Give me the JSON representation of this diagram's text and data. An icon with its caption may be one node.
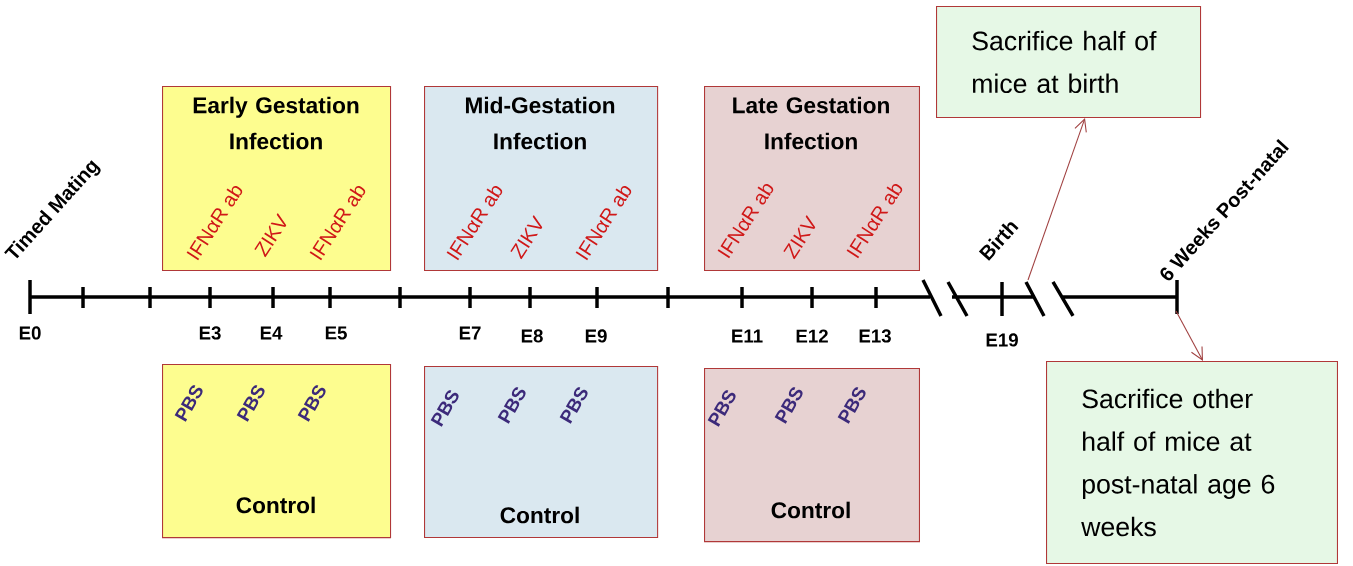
{
  "diagram": {
    "nodes": [
      {
        "text": [
          "Early Gestation Infection",
          "IFNαR ab",
          "ZIKV",
          "IFNαR ab"
        ]
      },
      {
        "text": [
          "Mid-Gestation Infection",
          "IFNαR ab",
          "ZIKV",
          "IFNαR ab"
        ]
      },
      {
        "text": [
          "Late Gestation Infection",
          "IFNαR ab",
          "ZIKV",
          "IFNαR ab"
        ]
      },
      {
        "text": [
          "PBS",
          "PBS",
          "PBS",
          "Control"
        ]
      },
      {
        "text": [
          "PBS",
          "PBS",
          "PBS",
          "Control"
        ]
      },
      {
        "text": [
          "PBS",
          "PBS",
          "PBS",
          "Control"
        ]
      },
      {
        "text": [
          "Sacrifice half of mice at birth"
        ]
      },
      {
        "text": [
          "Sacrifice other half of mice at post-natal age 6 weeks"
        ]
      }
    ],
    "edges": [
      {
        "from": null,
        "to": 6,
        "arrow": "to"
      },
      {
        "from": null,
        "to": 7,
        "arrow": "to"
      }
    ],
    "labels": [
      "Timed Mating",
      "E0",
      "E3",
      "E4",
      "E5",
      "E7",
      "E8",
      "E9",
      "E11",
      "E12",
      "E13",
      "Birth",
      "E19",
      "6 Weeks Post-natal"
    ]
  }
}
